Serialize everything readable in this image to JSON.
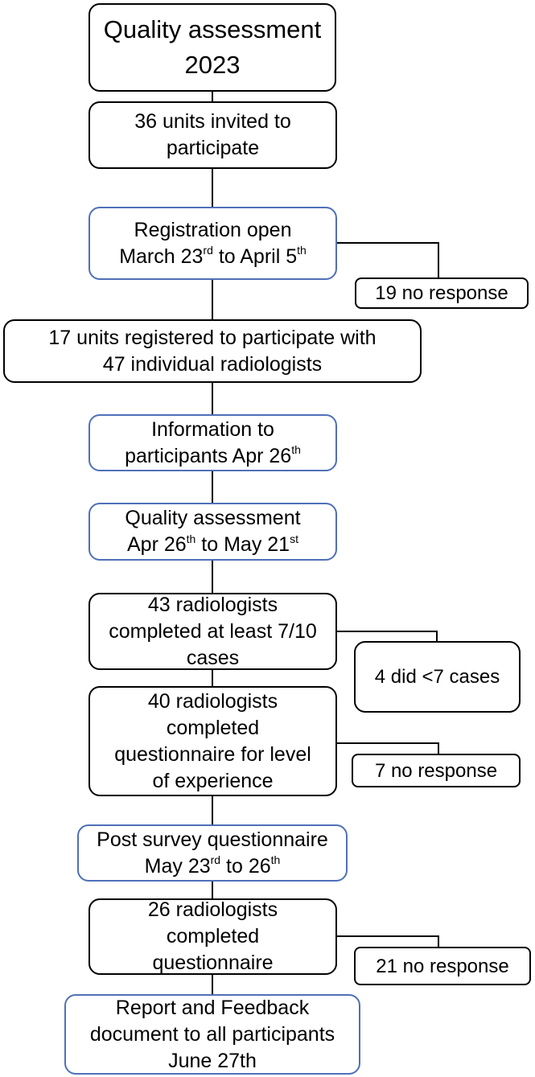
{
  "title": {
    "l1": "Quality assessment",
    "l2": "2023"
  },
  "invited": {
    "l1": "36 units invited to",
    "l2": "participate"
  },
  "registration": {
    "l1": "Registration open",
    "l2a": "March 23",
    "l2b": "rd",
    "l2c": " to April 5",
    "l2d": "th"
  },
  "reg_no_response": "19 no response",
  "registered": {
    "l1": "17 units registered to participate with",
    "l2": "47 individual radiologists"
  },
  "information": {
    "l1": "Information to",
    "l2a": "participants Apr 26",
    "l2b": "th"
  },
  "qa_period": {
    "l1": "Quality assessment",
    "l2a": "Apr 26",
    "l2b": "th",
    "l2c": " to May 21",
    "l2d": "st"
  },
  "completed_cases": {
    "l1": "43 radiologists",
    "l2": "completed at least 7/10",
    "l3": "cases"
  },
  "fewer_cases": "4 did <7 cases",
  "experience": {
    "l1": "40 radiologists",
    "l2": "completed",
    "l3": "questionnaire for level",
    "l4": "of experience"
  },
  "exp_no_response": "7 no response",
  "post_survey": {
    "l1": "Post survey questionnaire",
    "l2a": "May 23",
    "l2b": "rd",
    "l2c": " to 26",
    "l2d": "th"
  },
  "post_completed": {
    "l1": "26 radiologists",
    "l2": "completed",
    "l3": "questionnaire"
  },
  "post_no_response": "21 no response",
  "report": {
    "l1": "Report and Feedback",
    "l2": "document to all participants",
    "l3": "June 27th"
  }
}
